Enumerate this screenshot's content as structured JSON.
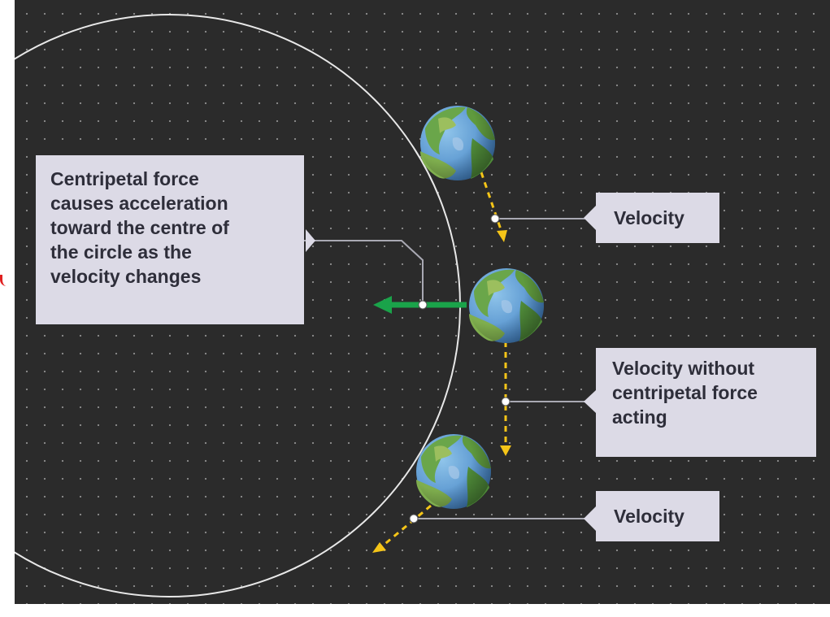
{
  "labels": {
    "centripetal": [
      "Centripetal force",
      "causes acceleration",
      "toward the centre of",
      "the circle as the",
      "velocity changes"
    ],
    "velocity_top": "Velocity",
    "velocity_mid": [
      "Velocity without",
      "centripetal force",
      "acting"
    ],
    "velocity_bottom": "Velocity"
  },
  "colors": {
    "background": "#2b2b2b",
    "orbit": "#e8e8e8",
    "velocity_arrow": "#f5c518",
    "force_arrow": "#1aa34a",
    "label_box": "#dcdae6",
    "connector": "#a9a9b3"
  },
  "icons": [
    "earth-icon",
    "earth-icon",
    "earth-icon"
  ]
}
